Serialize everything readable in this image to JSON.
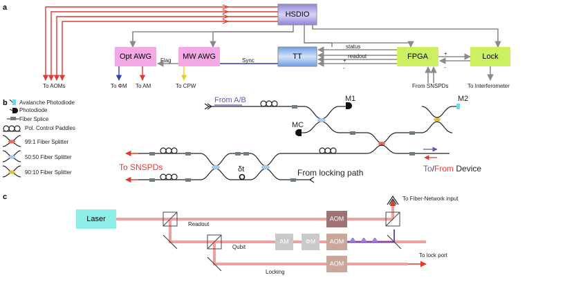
{
  "panels": {
    "a": "a",
    "b": "b",
    "c": "c"
  },
  "colors": {
    "hsdio": "#b7b2e8",
    "tt": "#a9c6ef",
    "awg": "#f4a9e6",
    "fpga": "#cdf060",
    "laser": "#8eeee8",
    "aom_readout": "#9e7274",
    "aom_other": "#c9a89a",
    "modulator": "#c9c9c9",
    "red_line": "#e03a30",
    "gray_line": "#8a8a8a",
    "beam": "#f0a0a0",
    "purple": "#6e50b4",
    "splitter_991": "#e07060",
    "splitter_5050": "#a8c8e8",
    "splitter_9010": "#e0c040",
    "apd": "#6fd8e8"
  },
  "a": {
    "hsdio": "HSDIO",
    "tt": "TT",
    "opt_awg": "Opt AWG",
    "mw_awg": "MW AWG",
    "fpga": "FPGA",
    "lock": "Lock",
    "to_aoms": "To AOMs",
    "to_phi_m": "To ΦM",
    "to_am": "To AM",
    "to_cpw": "To CPW",
    "flag": "Flag",
    "sync": "Sync",
    "status": "status",
    "readout": "readout",
    "plus": "+",
    "minus": "-",
    "from_snspds": "From SNSPDs",
    "to_interferometer": "To Interferometer"
  },
  "b": {
    "legend": [
      {
        "icon": "avalanche-photodiode",
        "label": "Avalanche Photodiode"
      },
      {
        "icon": "photodiode",
        "label": "Photodiode"
      },
      {
        "icon": "fiber-splice",
        "label": "Fiber Splice"
      },
      {
        "icon": "pol-control-paddles",
        "label": "Pol. Control Paddles"
      },
      {
        "icon": "splitter-99-1",
        "label": "99:1 Fiber Splitter"
      },
      {
        "icon": "splitter-50-50",
        "label": "50:50 Fiber Splitter"
      },
      {
        "icon": "splitter-90-10",
        "label": "90:10 Fiber Splitter"
      }
    ],
    "from_ab": "From A/B",
    "m1": "M1",
    "m2": "M2",
    "mc": "MC",
    "to_snspds": "To SNSPDs",
    "delta_t": "δt",
    "from_locking_path": "From locking path",
    "to": "To",
    "slash": "/",
    "from": "From",
    "device": " Device"
  },
  "c": {
    "laser": "Laser",
    "aom": "AOM",
    "am": "AM",
    "phi_m": "ΦM",
    "readout": "Readout",
    "qubit": "Qubit",
    "locking": "Locking",
    "to_fiber_network": "To Fiber-Network input",
    "to_lock_port": "To lock port"
  }
}
